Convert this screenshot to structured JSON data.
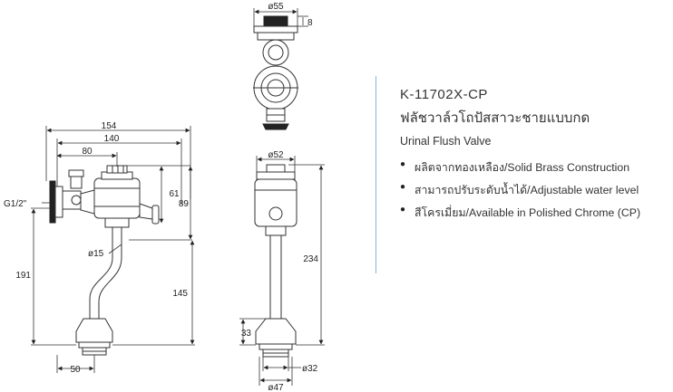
{
  "product": {
    "model": "K-11702X-CP",
    "name_th": "ฟลัชวาล์วโถปัสสาวะชายแบบกด",
    "name_en": "Urinal Flush Valve",
    "features": [
      "ผลิตจากทองเหลือง/Solid Brass Construction",
      "สามารถปรับระดับน้ำได้/Adjustable water level",
      "สีโครเมี่ยม/Available in Polished Chrome (CP)"
    ]
  },
  "dimensions": {
    "side": {
      "d154": "154",
      "d140": "140",
      "d80": "80",
      "d61": "61",
      "d89": "89",
      "d191": "191",
      "d145": "145",
      "d50": "50",
      "inlet": "G1/2\"",
      "pipe_dia": "ø15"
    },
    "top": {
      "d55": "ø55",
      "d8": "8"
    },
    "front": {
      "d52": "ø52",
      "d234": "234",
      "d33": "33",
      "d32": "ø32",
      "d47": "ø47"
    }
  },
  "colors": {
    "divider": "#7fb6d8",
    "line": "#333333"
  }
}
